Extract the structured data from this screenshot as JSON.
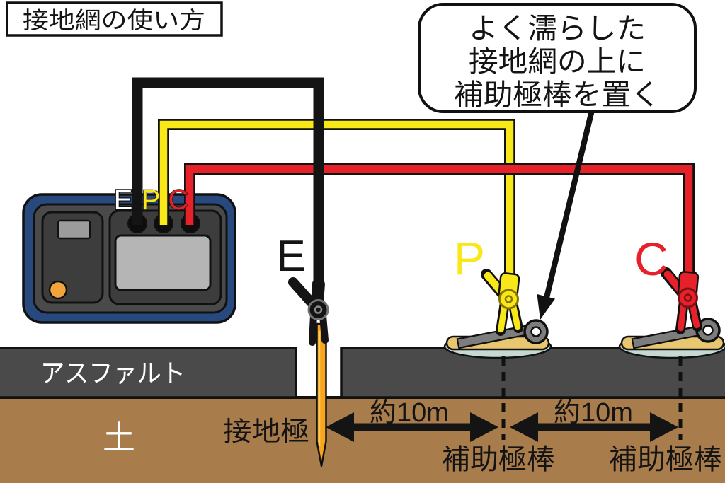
{
  "title": "接地網の使い方",
  "callout": {
    "line1": "よく濡らした",
    "line2": "接地網の上に",
    "line3": "補助極棒を置く"
  },
  "tester": {
    "terminal_e": "E",
    "terminal_p": "P",
    "terminal_c": "C"
  },
  "probes": {
    "e": "E",
    "p": "P",
    "c": "C"
  },
  "ground": {
    "asphalt": "アスファルト",
    "soil": "土",
    "earth_electrode": "接地極"
  },
  "measurements": {
    "left": "約10m",
    "right": "約10m"
  },
  "aux_rods": {
    "left": "補助極棒",
    "right": "補助極棒"
  },
  "colors": {
    "wire_e": "#141414",
    "wire_p": "#f8e81a",
    "wire_c": "#e7212a",
    "label_e": "#141414",
    "device_body": "#27497e",
    "device_panel": "#4a4a4a",
    "device_subpanel": "#3d3d3d",
    "display": "#b5b5b5",
    "button_window": "#9c9c9c",
    "power_led": "#f2a33c",
    "asphalt": "#4a4a4a",
    "soil": "#a97c4c",
    "mesh": "#c5d8d2",
    "mat": "#e9c670",
    "stake": "#f6a51c",
    "metal": "#7d7d7d"
  }
}
